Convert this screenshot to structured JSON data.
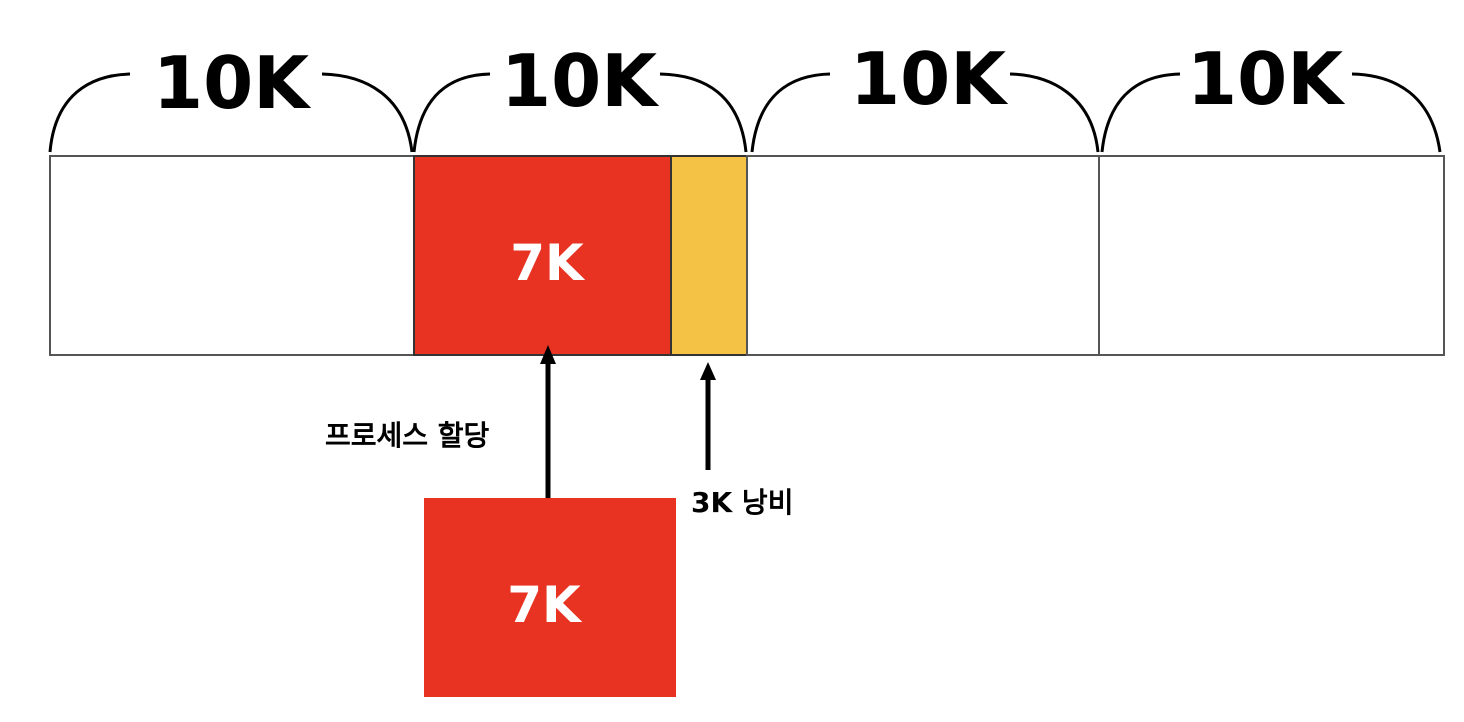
{
  "partitions": [
    {
      "size_label": "10K"
    },
    {
      "size_label": "10K"
    },
    {
      "size_label": "10K"
    },
    {
      "size_label": "10K"
    }
  ],
  "allocated": {
    "label": "7K",
    "color": "#E83323"
  },
  "wasted": {
    "color": "#F4C244"
  },
  "incoming_process": {
    "label": "7K",
    "color": "#E83323"
  },
  "annotations": {
    "allocation": "프로세스 할당",
    "waste": "3K 낭비"
  }
}
